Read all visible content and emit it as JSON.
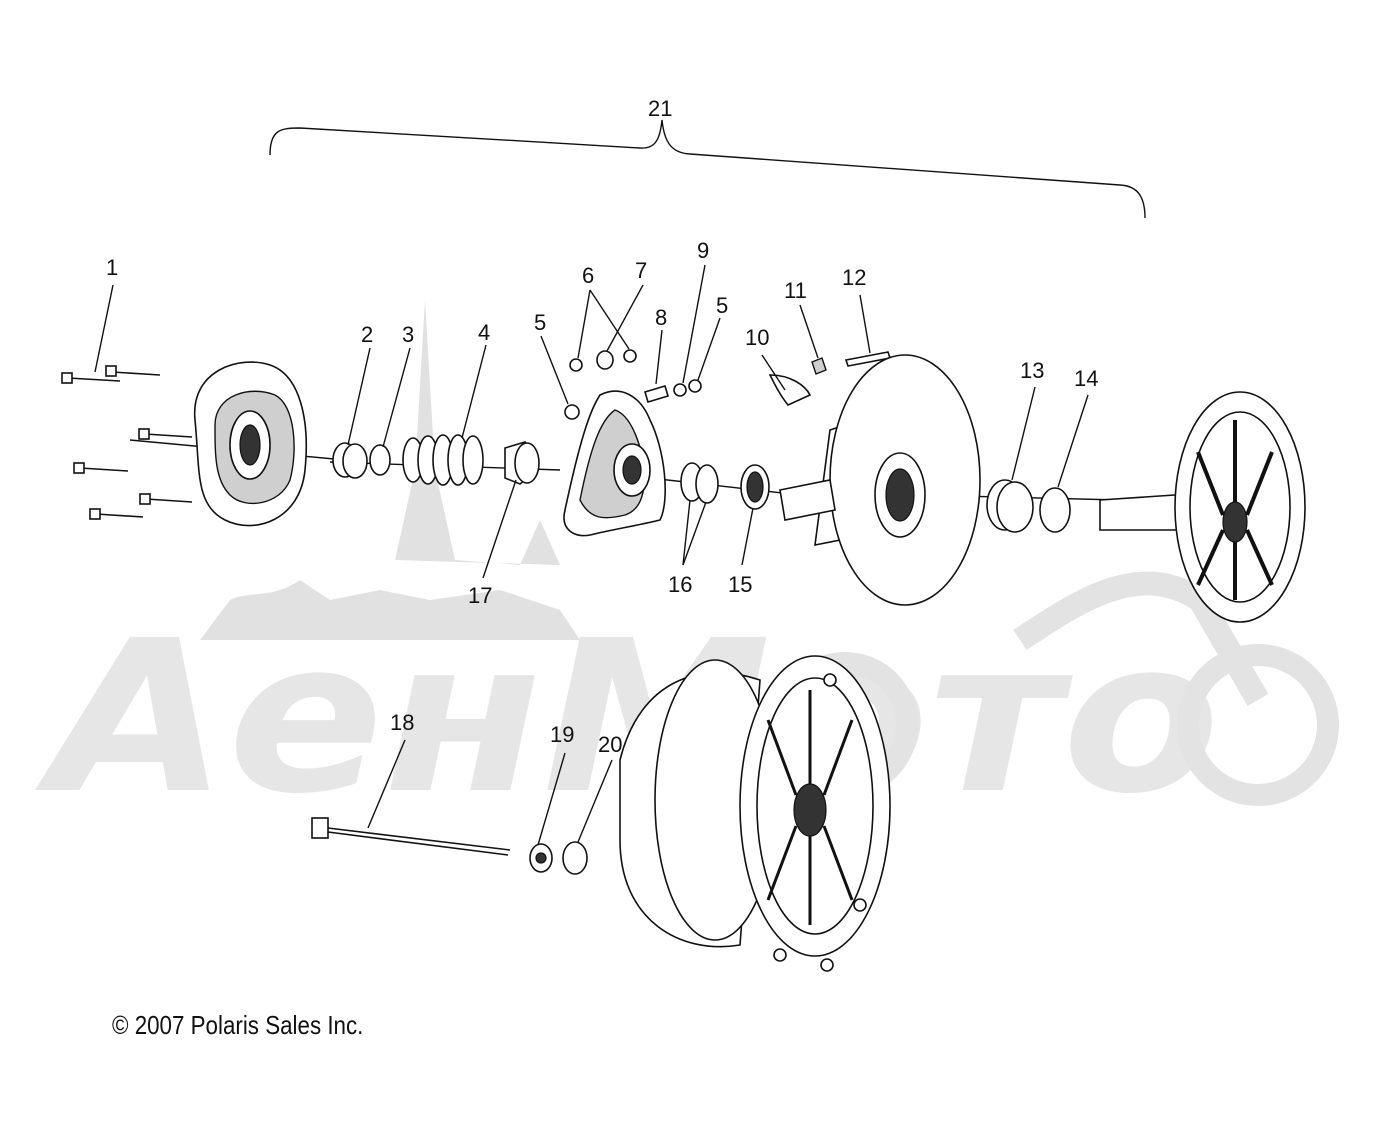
{
  "callouts": [
    "1",
    "2",
    "3",
    "4",
    "5",
    "6",
    "7",
    "8",
    "9",
    "5",
    "10",
    "11",
    "12",
    "13",
    "14",
    "15",
    "16",
    "17",
    "18",
    "19",
    "20",
    "21"
  ],
  "copyright": "© 2007 Polaris Sales Inc.",
  "watermark": "АенМото"
}
